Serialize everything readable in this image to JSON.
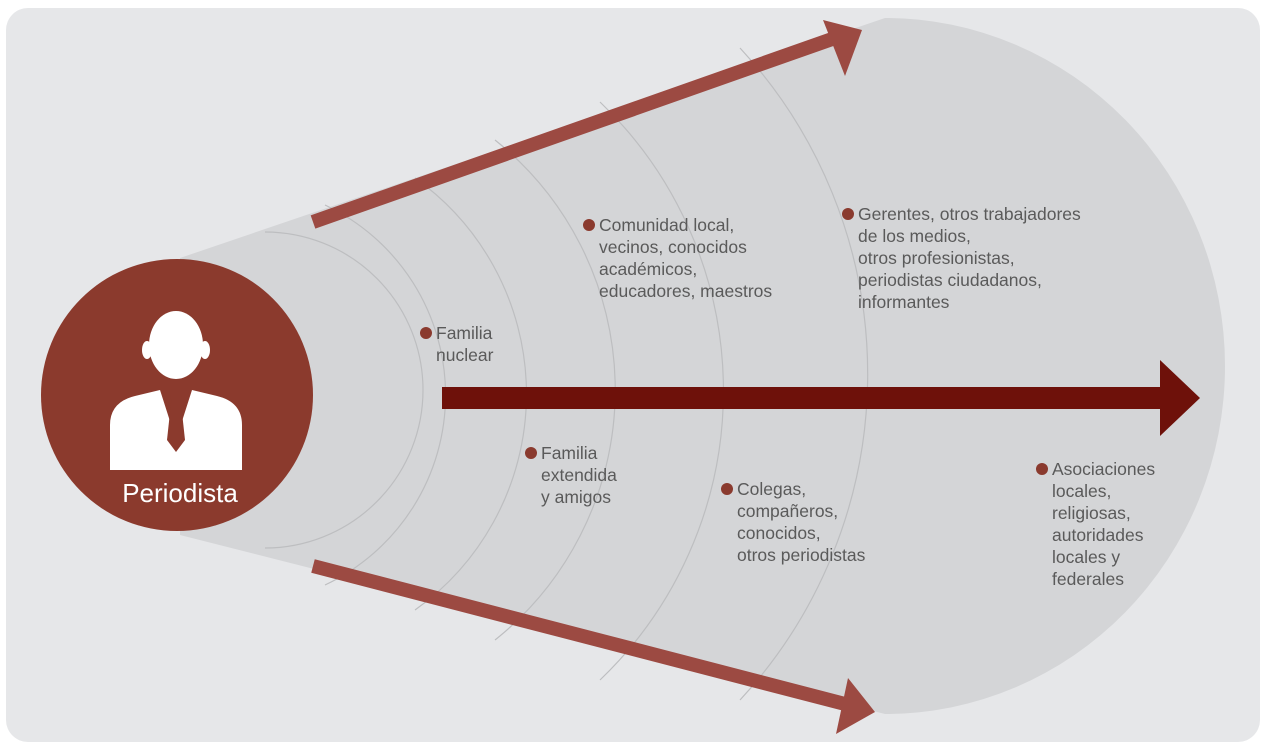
{
  "center": {
    "label": "Periodista",
    "icon": "person-icon",
    "circle_color": "#8b3a2d"
  },
  "circles": [
    {
      "id": "familia-nuclear",
      "lines": [
        "Familia",
        "nuclear"
      ]
    },
    {
      "id": "familia-extendida",
      "lines": [
        "Familia",
        "extendida",
        "y amigos"
      ]
    },
    {
      "id": "comunidad-local",
      "lines": [
        "Comunidad local,",
        "vecinos, conocidos",
        "académicos,",
        "educadores, maestros"
      ]
    },
    {
      "id": "colegas",
      "lines": [
        "Colegas,",
        "compañeros,",
        "conocidos,",
        "otros periodistas"
      ]
    },
    {
      "id": "gerentes",
      "lines": [
        "Gerentes, otros trabajadores",
        "de los medios,",
        "otros profesionistas,",
        "periodistas ciudadanos,",
        "informantes"
      ]
    },
    {
      "id": "asociaciones",
      "lines": [
        "Asociaciones",
        "locales,",
        "religiosas,",
        "autoridades",
        "locales y",
        "federales"
      ]
    }
  ],
  "colors": {
    "background": "#e6e7e9",
    "cone": "#d4d5d7",
    "arrow_main": "#6e110a",
    "arrow_side": "#9c4a42",
    "bullet": "#8a3a2e",
    "text": "#5a5a5a"
  }
}
